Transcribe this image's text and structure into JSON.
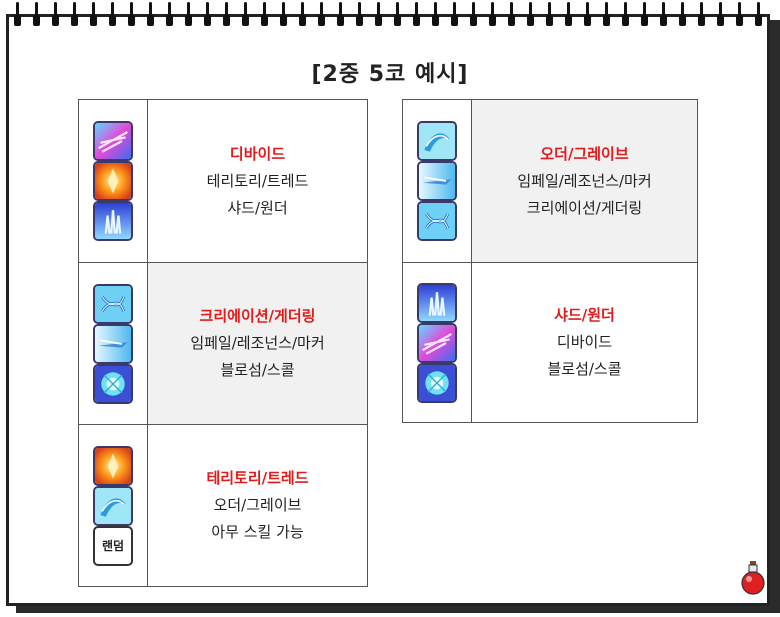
{
  "title": "[2중 5코 예시]",
  "tables": [
    {
      "rows": [
        {
          "main": "디바이드",
          "lines": [
            "테리토리/트레드",
            "샤드/원더"
          ],
          "icons": [
            "divide-skill-icon",
            "territory-skill-icon",
            "shard-skill-icon"
          ]
        },
        {
          "main": "크리에이션/게더링",
          "lines": [
            "임페일/레조넌스/마커",
            "블로섬/스콜"
          ],
          "icons": [
            "creation-skill-icon",
            "impale-skill-icon",
            "blossom-skill-icon"
          ]
        },
        {
          "main": "테리토리/트레드",
          "lines": [
            "오더/그레이브",
            "아무 스킬 가능"
          ],
          "icons": [
            "territory-skill-icon",
            "order-skill-icon",
            "random-icon"
          ]
        }
      ]
    },
    {
      "rows": [
        {
          "main": "오더/그레이브",
          "lines": [
            "임페일/레조넌스/마커",
            "크리에이션/게더링"
          ],
          "icons": [
            "order-skill-icon",
            "impale-skill-icon",
            "creation-skill-icon"
          ]
        },
        {
          "main": "샤드/원더",
          "lines": [
            "디바이드",
            "블로섬/스콜"
          ],
          "icons": [
            "shard-skill-icon",
            "divide-skill-icon",
            "blossom-skill-icon"
          ]
        }
      ]
    }
  ],
  "random_label": "랜덤",
  "colors": {
    "highlight": "#e21b1b",
    "text": "#222222",
    "shaded_row": "#f1f1f1"
  }
}
